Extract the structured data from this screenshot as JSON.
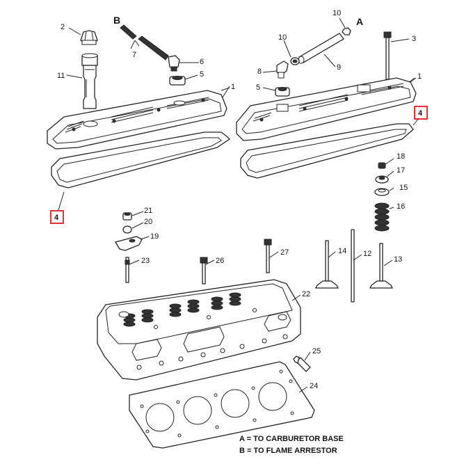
{
  "callouts": {
    "c1_left": "1",
    "c1_right": "1",
    "c2": "2",
    "c3": "3",
    "c4_left": "4",
    "c4_right": "4",
    "c5_left": "5",
    "c5_right": "5",
    "c6": "6",
    "c7": "7",
    "c8": "8",
    "c9": "9",
    "c10_top": "10",
    "c10_mid": "10",
    "c11": "11",
    "c12": "12",
    "c13": "13",
    "c14": "14",
    "c15": "15",
    "c16": "16",
    "c17": "17",
    "c18": "18",
    "c19": "19",
    "c20": "20",
    "c21": "21",
    "c22": "22",
    "c23": "23",
    "c24": "24",
    "c25": "25",
    "c26": "26",
    "c27": "27",
    "letter_a": "A",
    "letter_b": "B"
  },
  "legend": {
    "line_a": "A = TO CARBURETOR BASE",
    "line_b": "B = TO FLAME ARRESTOR"
  },
  "colors": {
    "highlight_box": "#d40000",
    "line": "#222222"
  }
}
